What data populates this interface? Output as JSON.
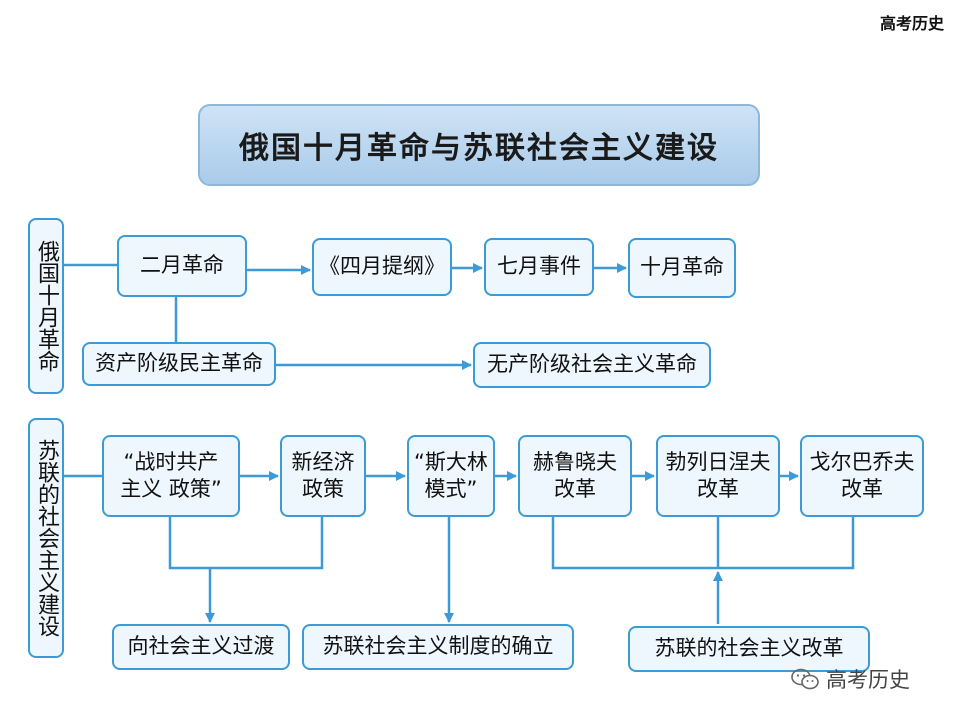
{
  "header": {
    "corner_label": "高考历史"
  },
  "title": "俄国十月革命与苏联社会主义建设",
  "section1": {
    "label": "俄国十月革命",
    "nodes": {
      "feb_revolution": "二月革命",
      "april_theses": "《四月提纲》",
      "july_days": "七月事件",
      "oct_revolution": "十月革命",
      "bourgeois_revolution": "资产阶级民主革命",
      "proletarian_revolution": "无产阶级社会主义革命"
    }
  },
  "section2": {
    "label": "苏联的社会主义建设",
    "nodes": {
      "war_communism_1": "“战时共产",
      "war_communism_2": "主义 政策”",
      "nep_1": "新经济",
      "nep_2": "政策",
      "stalin_1": "“斯大林",
      "stalin_2": "模式”",
      "khrushchev_1": "赫鲁晓夫",
      "khrushchev_2": "改革",
      "brezhnev_1": "勃列日涅夫",
      "brezhnev_2": "改革",
      "gorbachev_1": "戈尔巴乔夫",
      "gorbachev_2": "改革",
      "transition": "向社会主义过渡",
      "establishment": "苏联社会主义制度的确立",
      "reform": "苏联的社会主义改革"
    }
  },
  "watermark": {
    "text": "高考历史",
    "icon": "wechat-icon"
  },
  "colors": {
    "border": "#3c9ad6",
    "box_fill": "#eef7fd",
    "title_fill": "#bcd7ef"
  }
}
